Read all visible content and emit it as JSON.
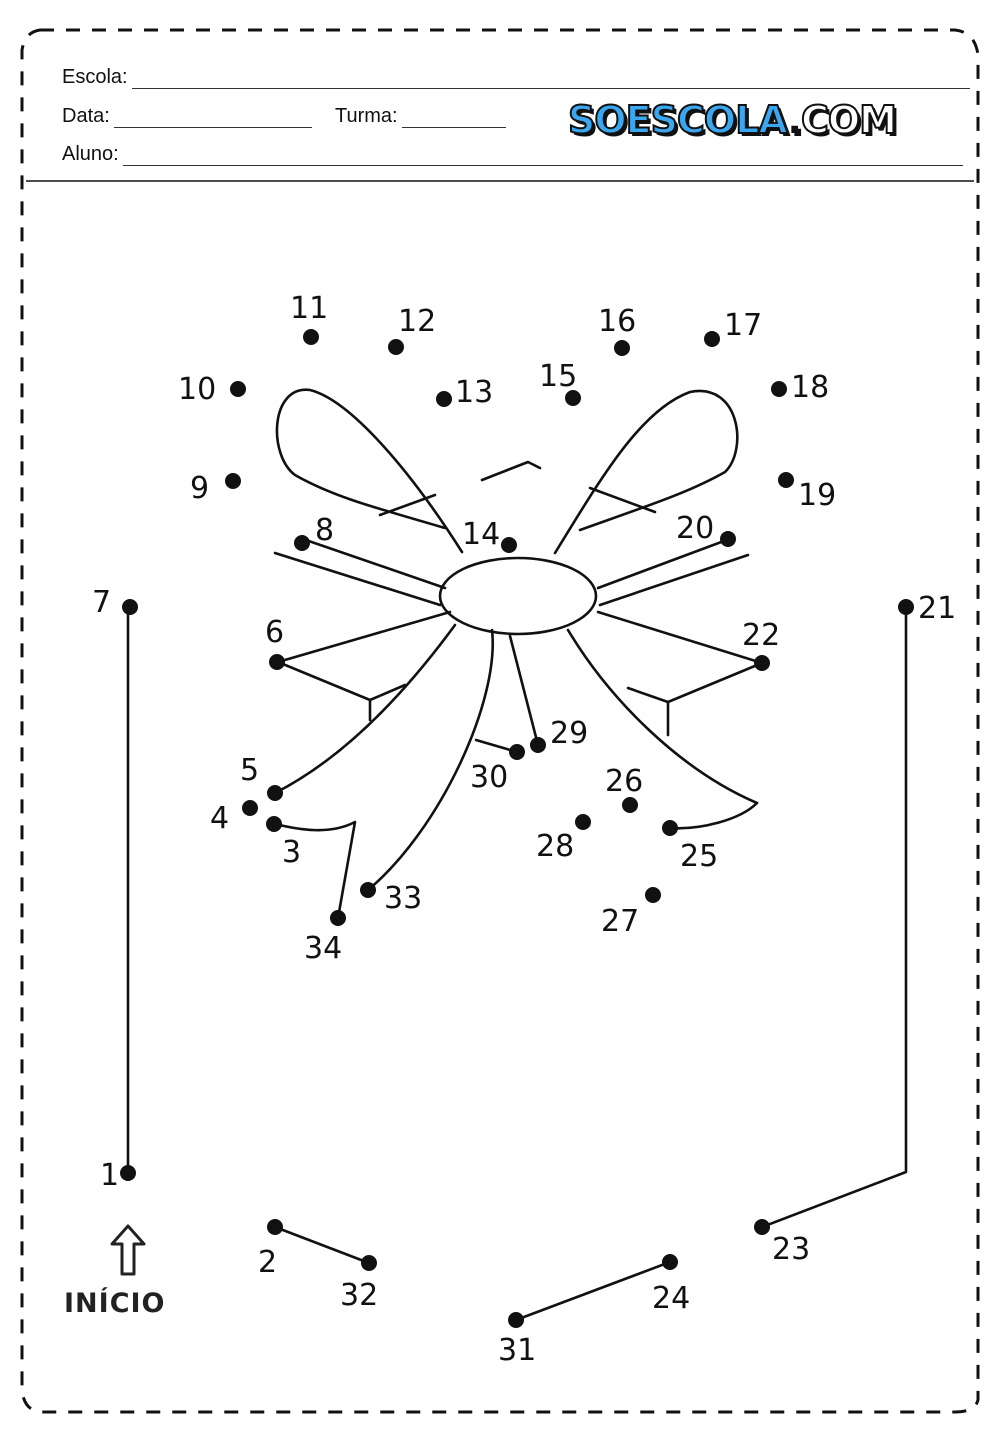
{
  "header": {
    "school_label": "Escola:",
    "date_label": "Data:",
    "class_label": "Turma:",
    "student_label": "Aluno:"
  },
  "logo": {
    "main": "SOESCOLA",
    "dot": ".",
    "suffix": "COM",
    "color": "#3aa7f0"
  },
  "start": {
    "label": "INÍCIO",
    "icon": "arrow-up-icon"
  },
  "dots": [
    {
      "n": "1"
    },
    {
      "n": "2"
    },
    {
      "n": "3"
    },
    {
      "n": "4"
    },
    {
      "n": "5"
    },
    {
      "n": "6"
    },
    {
      "n": "7"
    },
    {
      "n": "8"
    },
    {
      "n": "9"
    },
    {
      "n": "10"
    },
    {
      "n": "11"
    },
    {
      "n": "12"
    },
    {
      "n": "13"
    },
    {
      "n": "14"
    },
    {
      "n": "15"
    },
    {
      "n": "16"
    },
    {
      "n": "17"
    },
    {
      "n": "18"
    },
    {
      "n": "19"
    },
    {
      "n": "20"
    },
    {
      "n": "21"
    },
    {
      "n": "22"
    },
    {
      "n": "23"
    },
    {
      "n": "24"
    },
    {
      "n": "25"
    },
    {
      "n": "26"
    },
    {
      "n": "27"
    },
    {
      "n": "28"
    },
    {
      "n": "29"
    },
    {
      "n": "30"
    },
    {
      "n": "31"
    },
    {
      "n": "32"
    },
    {
      "n": "33"
    },
    {
      "n": "34"
    }
  ]
}
